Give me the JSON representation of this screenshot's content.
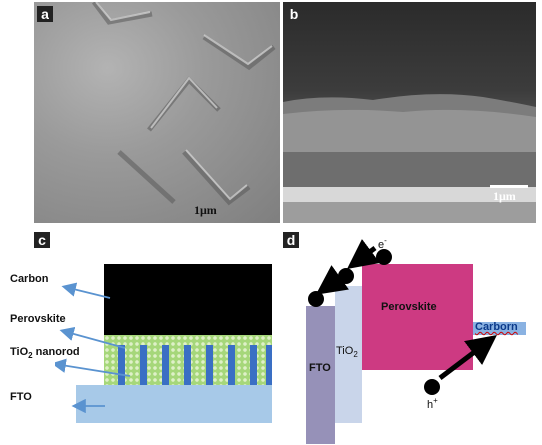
{
  "panels": {
    "a": {
      "letter": "a",
      "scale_bar": "1μm"
    },
    "b": {
      "letter": "b",
      "scale_bar": "1μm"
    },
    "c": {
      "letter": "c",
      "labels": {
        "carbon": "Carbon",
        "perovskite": "Perovskite",
        "tio2_prefix": "TiO",
        "tio2_sub": "2",
        "tio2_suffix": " nanorod",
        "fto": "FTO"
      },
      "colors": {
        "carbon": "#000000",
        "perovskite": "#a6d77a",
        "nanorod": "#3a6fc4",
        "fto": "#a7c9e8",
        "arrow": "#5a93d0"
      }
    },
    "d": {
      "letter": "d",
      "labels": {
        "electron": "e",
        "electron_sup": "-",
        "fto": "FTO",
        "tio2_prefix": "TiO",
        "tio2_sub": "2",
        "perovskite": "Perovskite",
        "carborn": "Carborn",
        "hole": "h",
        "hole_sup": "+"
      },
      "colors": {
        "fto": "#9691b8",
        "tio2": "#c9d5ea",
        "perovskite": "#cd3a82",
        "carborn": "#8ab2e2"
      }
    }
  }
}
